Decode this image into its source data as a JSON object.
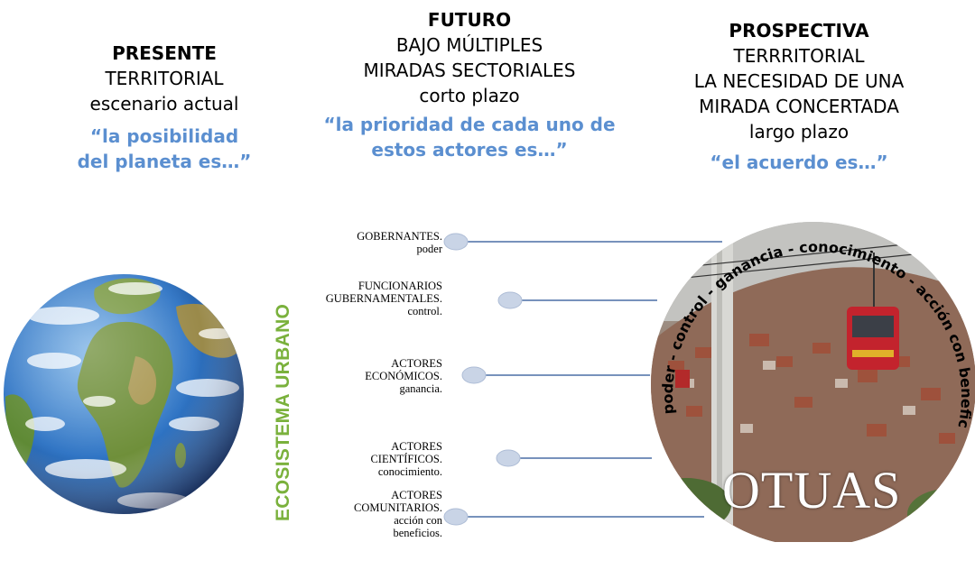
{
  "presente": {
    "title": "PRESENTE",
    "line1": "TERRITORIAL",
    "line2": "escenario actual",
    "quote1": "“la posibilidad",
    "quote2": "del planeta es…”"
  },
  "futuro": {
    "title": "FUTURO",
    "line1": "BAJO MÚLTIPLES",
    "line2": "MIRADAS SECTORIALES",
    "line3": "corto plazo",
    "quote1": "“la prioridad de cada uno de",
    "quote2": "estos actores es…”"
  },
  "prospectiva": {
    "title": "PROSPECTIVA",
    "line1": "TERRRITORIAL",
    "line2": "LA NECESIDAD DE UNA",
    "line3": "MIRADA CONCERTADA",
    "line4": "largo plazo",
    "quote": "“el acuerdo es…”"
  },
  "ecosystem_label": "ECOSISTEMA URBANO",
  "actors": [
    {
      "lines": [
        "GOBERNANTES.",
        "poder"
      ]
    },
    {
      "lines": [
        "FUNCIONARIOS",
        "GUBERNAMENTALES.",
        "control."
      ]
    },
    {
      "lines": [
        "ACTORES",
        "ECONÓMICOS.",
        "ganancia."
      ]
    },
    {
      "lines": [
        "ACTORES",
        "CIENTÍFICOS.",
        "conocimiento."
      ]
    },
    {
      "lines": [
        "ACTORES",
        "COMUNITARIOS.",
        "acción con",
        "beneficios."
      ]
    }
  ],
  "ring_text": "poder - control - ganancia - conocimiento - acción con beneficios",
  "otuas_label": "OTUAS",
  "colors": {
    "quote_blue": "#5b8fd0",
    "eco_green": "#7ab13c",
    "connector_line": "#4a6fa5",
    "node_fill": "#c9d4e6"
  }
}
